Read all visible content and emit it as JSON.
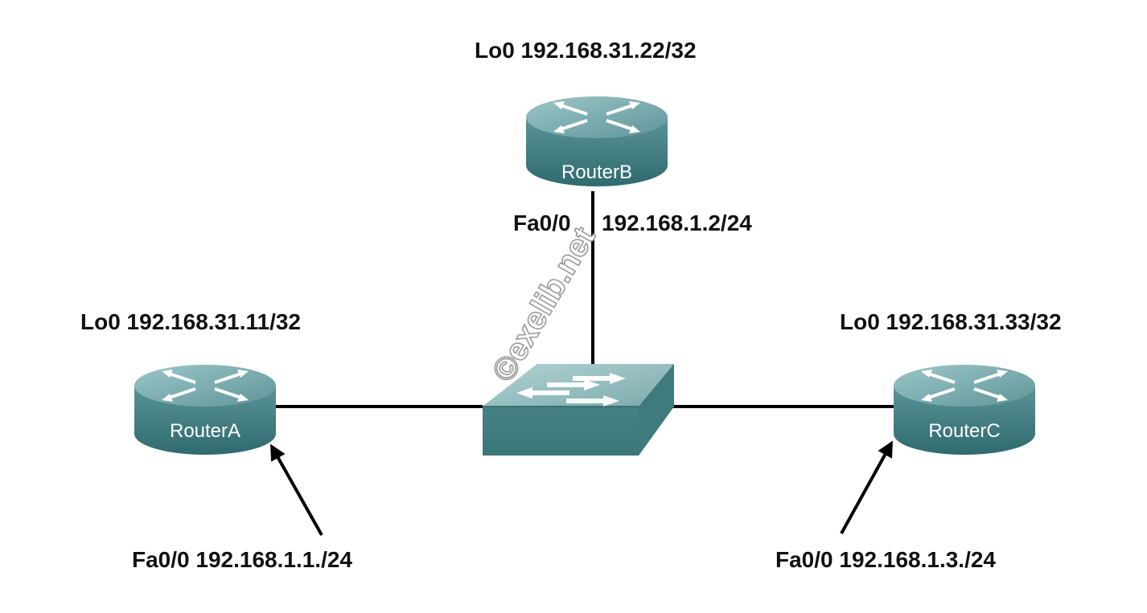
{
  "routers": {
    "a": {
      "name": "RouterA",
      "loopback": "Lo0 192.168.31.11/32",
      "fa_interface": "Fa0/0 192.168.1.1./24"
    },
    "b": {
      "name": "RouterB",
      "loopback": "Lo0 192.168.31.22/32",
      "fa_name": "Fa0/0",
      "fa_ip": "192.168.1.2/24"
    },
    "c": {
      "name": "RouterC",
      "loopback": "Lo0 192.168.31.33/32",
      "fa_interface": "Fa0/0 192.168.1.3./24"
    }
  },
  "watermark": "©exelib.net",
  "colors": {
    "device_top": "#6fa3a6",
    "device_side": "#3f7f83",
    "link": "#000000",
    "label": "#111111"
  },
  "icons": {
    "router": "router-icon",
    "switch": "switch-icon"
  }
}
